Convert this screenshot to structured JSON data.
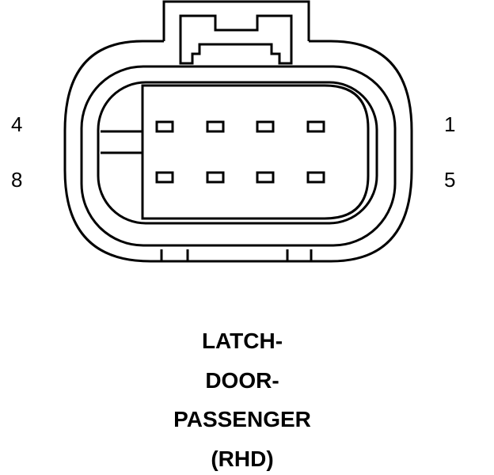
{
  "pin_labels": {
    "top_left": "4",
    "bottom_left": "8",
    "top_right": "1",
    "bottom_right": "5"
  },
  "caption": {
    "line1": "LATCH-",
    "line2": "DOOR-",
    "line3": "PASSENGER",
    "line4": "(RHD)"
  },
  "colors": {
    "stroke": "#000000",
    "background": "#ffffff"
  }
}
